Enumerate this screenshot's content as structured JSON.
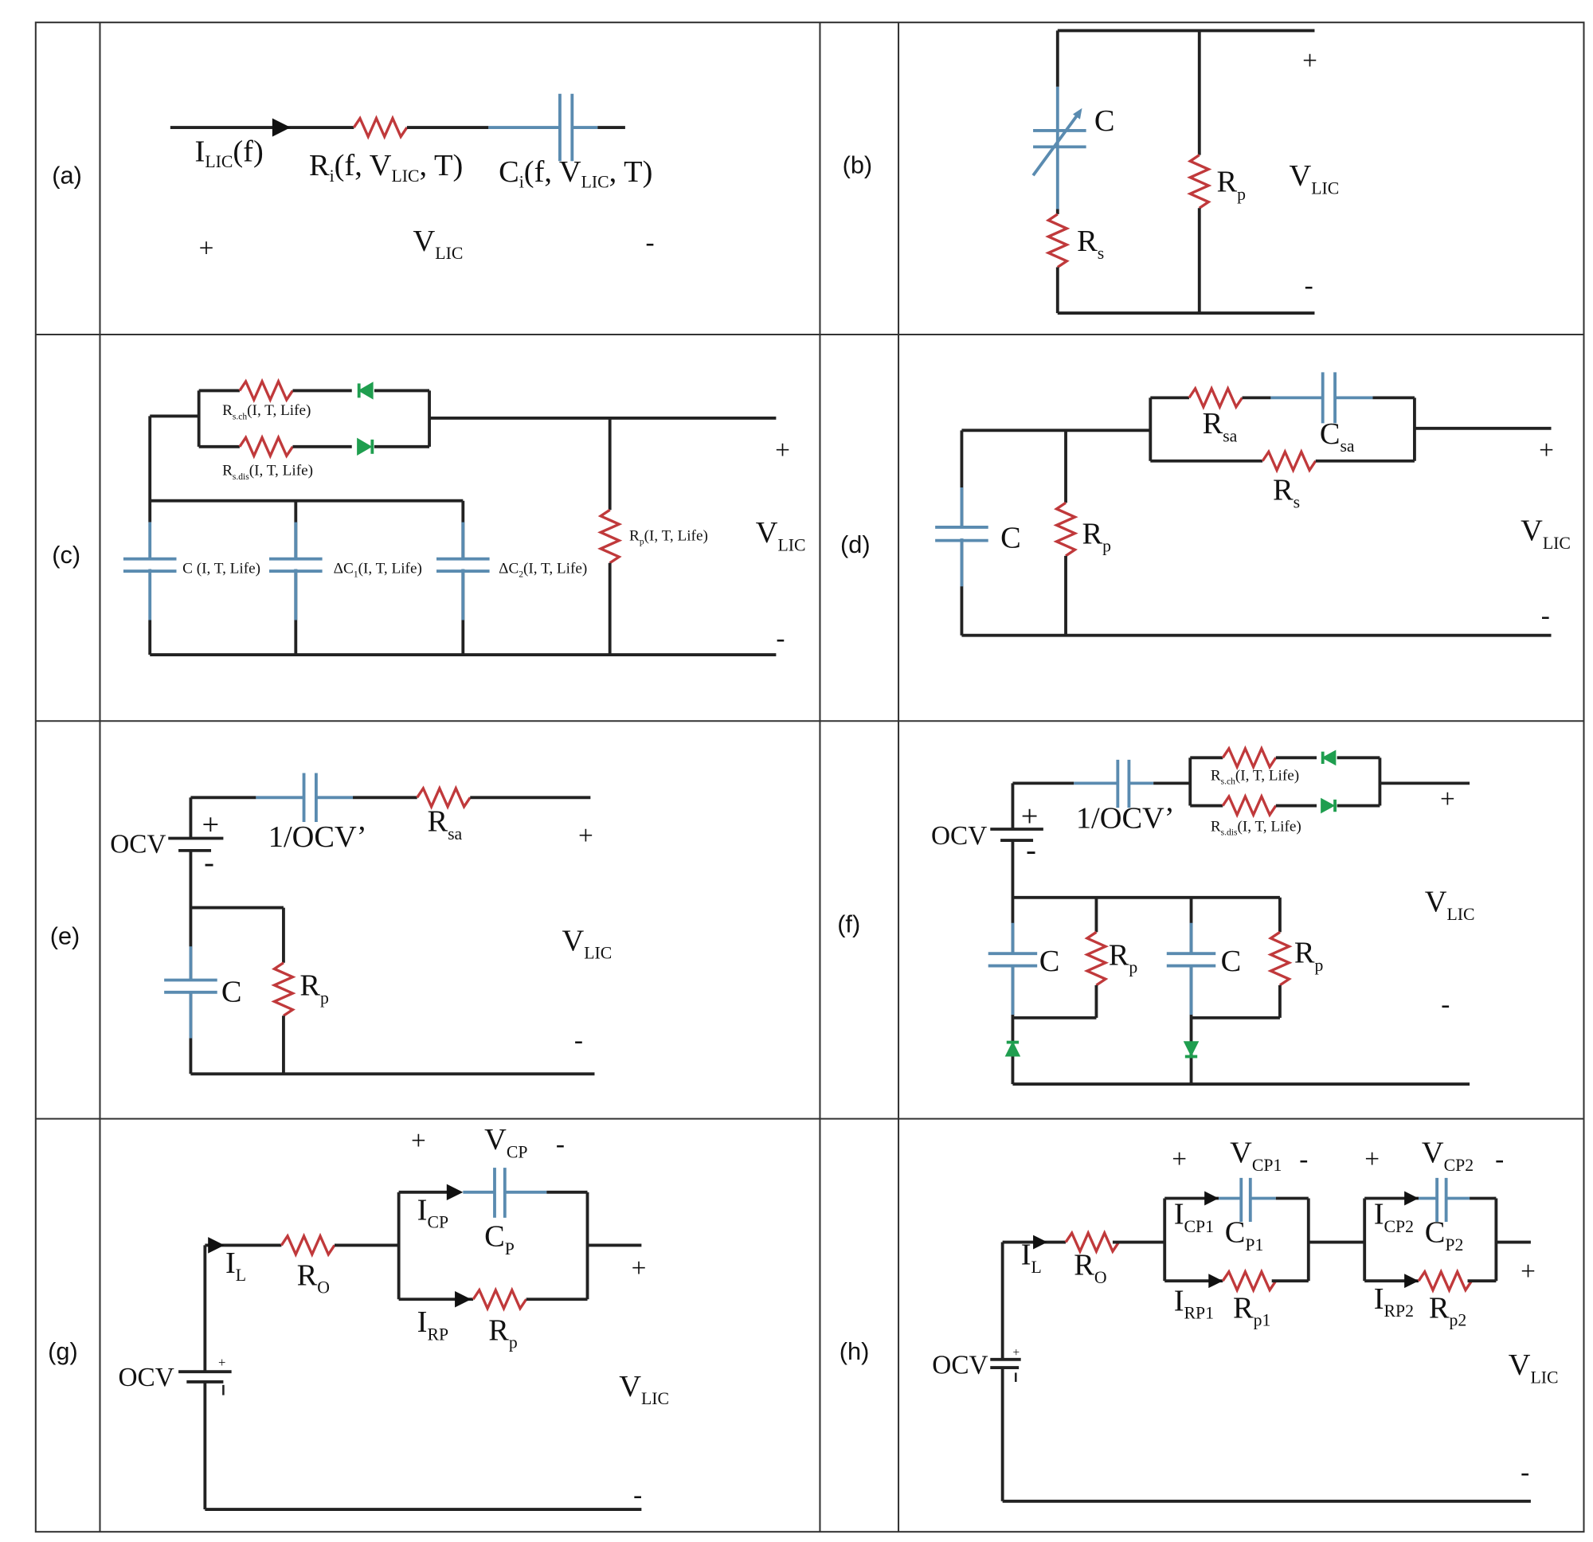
{
  "panels": {
    "a": {
      "label": "(a)",
      "current": "I",
      "current_sub": "LIC",
      "current_tail": "(f)",
      "r": "R",
      "r_sub": "i",
      "r_tail": "(f, V",
      "r_sub2": "LIC",
      "r_end": ", T)",
      "c": "C",
      "c_sub": "i",
      "c_tail": "(f, V",
      "c_sub2": "LIC",
      "c_end": ", T)",
      "plus": "+",
      "v": "V",
      "v_sub": "LIC",
      "minus": "-"
    },
    "b": {
      "label": "(b)",
      "c": "C",
      "rp": "R",
      "rp_sub": "p",
      "rs": "R",
      "rs_sub": "s",
      "plus": "+",
      "v": "V",
      "v_sub": "LIC",
      "minus": "-"
    },
    "c": {
      "label": "(c)",
      "rsch": "R",
      "rsch_sub": "s.ch",
      "rsch_tail": "(I, T, Life)",
      "rsdis": "R",
      "rsdis_sub": "s.dis",
      "rsdis_tail": "(I, T, Life)",
      "c0": "C (I, T, Life)",
      "c1": "ΔC",
      "c1_sub": "1",
      "c1_tail": "(I, T, Life)",
      "c2": "ΔC",
      "c2_sub": "2",
      "c2_tail": "(I, T, Life)",
      "rp": "R",
      "rp_sub": "p",
      "rp_tail": "(I, T, Life)",
      "plus": "+",
      "v": "V",
      "v_sub": "LIC",
      "minus": "-"
    },
    "d": {
      "label": "(d)",
      "c": "C",
      "rp": "R",
      "rp_sub": "p",
      "rsa": "R",
      "rsa_sub": "sa",
      "csa": "C",
      "csa_sub": "sa",
      "rs": "R",
      "rs_sub": "s",
      "plus": "+",
      "v": "V",
      "v_sub": "LIC",
      "minus": "-"
    },
    "e": {
      "label": "(e)",
      "ocv": "OCV",
      "bplus": "+",
      "bminus": "-",
      "cap": "1/OCV’",
      "rsa": "R",
      "rsa_sub": "sa",
      "c": "C",
      "rp": "R",
      "rp_sub": "p",
      "plus": "+",
      "v": "V",
      "v_sub": "LIC",
      "minus": "-"
    },
    "f": {
      "label": "(f)",
      "ocv": "OCV",
      "bplus": "+",
      "bminus": "-",
      "cap": "1/OCV’",
      "rsch": "R",
      "rsch_sub": "s.ch",
      "rsch_tail": "(I, T, Life)",
      "rsdis": "R",
      "rsdis_sub": "s.dis",
      "rsdis_tail": "(I, T, Life)",
      "c1": "C",
      "rp1": "R",
      "rp1_sub": "p",
      "c2": "C",
      "rp2": "R",
      "rp2_sub": "p",
      "plus": "+",
      "v": "V",
      "v_sub": "LIC",
      "minus": "-"
    },
    "g": {
      "label": "(g)",
      "ocv": "OCV",
      "il": "I",
      "il_sub": "L",
      "ro": "R",
      "ro_sub": "O",
      "vplus": "+",
      "vcp": "V",
      "vcp_sub": "CP",
      "vminus": "-",
      "icp": "I",
      "icp_sub": "CP",
      "cp": "C",
      "cp_sub": "P",
      "irp": "I",
      "irp_sub": "RP",
      "rp": "R",
      "rp_sub": "p",
      "plus": "+",
      "v": "V",
      "v_sub": "LIC",
      "minus": "-"
    },
    "h": {
      "label": "(h)",
      "ocv": "OCV",
      "il": "I",
      "il_sub": "L",
      "ro": "R",
      "ro_sub": "O",
      "vplus1": "+",
      "vcp1": "V",
      "vcp1_sub": "CP1",
      "vminus1": "-",
      "vplus2": "+",
      "vcp2": "V",
      "vcp2_sub": "CP2",
      "vminus2": "-",
      "icp1": "I",
      "icp1_sub": "CP1",
      "cp1": "C",
      "cp1_sub": "P1",
      "irp1": "I",
      "irp1_sub": "RP1",
      "rp1": "R",
      "rp1_sub": "p1",
      "icp2": "I",
      "icp2_sub": "CP2",
      "cp2": "C",
      "cp2_sub": "P2",
      "irp2": "I",
      "irp2_sub": "RP2",
      "rp2": "R",
      "rp2_sub": "p2",
      "plus": "+",
      "v": "V",
      "v_sub": "LIC",
      "minus": "-"
    }
  },
  "colors": {
    "wire": "#222222",
    "capacitor": "#5a8bb0",
    "resistor": "#c0393b",
    "diode": "#1f9e4f"
  }
}
